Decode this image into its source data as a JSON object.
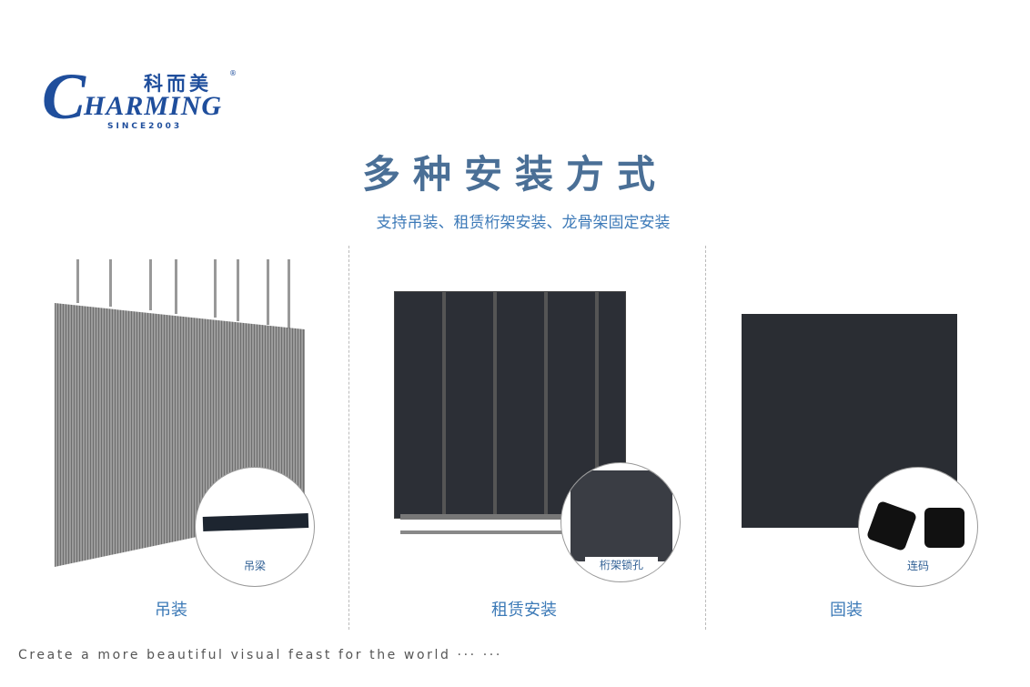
{
  "logo": {
    "letter": "C",
    "word": "HARMING",
    "chinese": "科而美",
    "since": "SINCE2003",
    "registered": "®"
  },
  "header": {
    "title": "多种安装方式",
    "subtitle": "支持吊装、租赁桁架安装、龙骨架固定安装"
  },
  "columns": [
    {
      "label": "吊装",
      "detail_caption": "吊梁"
    },
    {
      "label": "租赁安装",
      "detail_caption": "桁架锁孔"
    },
    {
      "label": "固装",
      "detail_caption": "连码"
    }
  ],
  "footer": {
    "slogan": "Create a more beautiful visual feast for the world ··· ···"
  }
}
